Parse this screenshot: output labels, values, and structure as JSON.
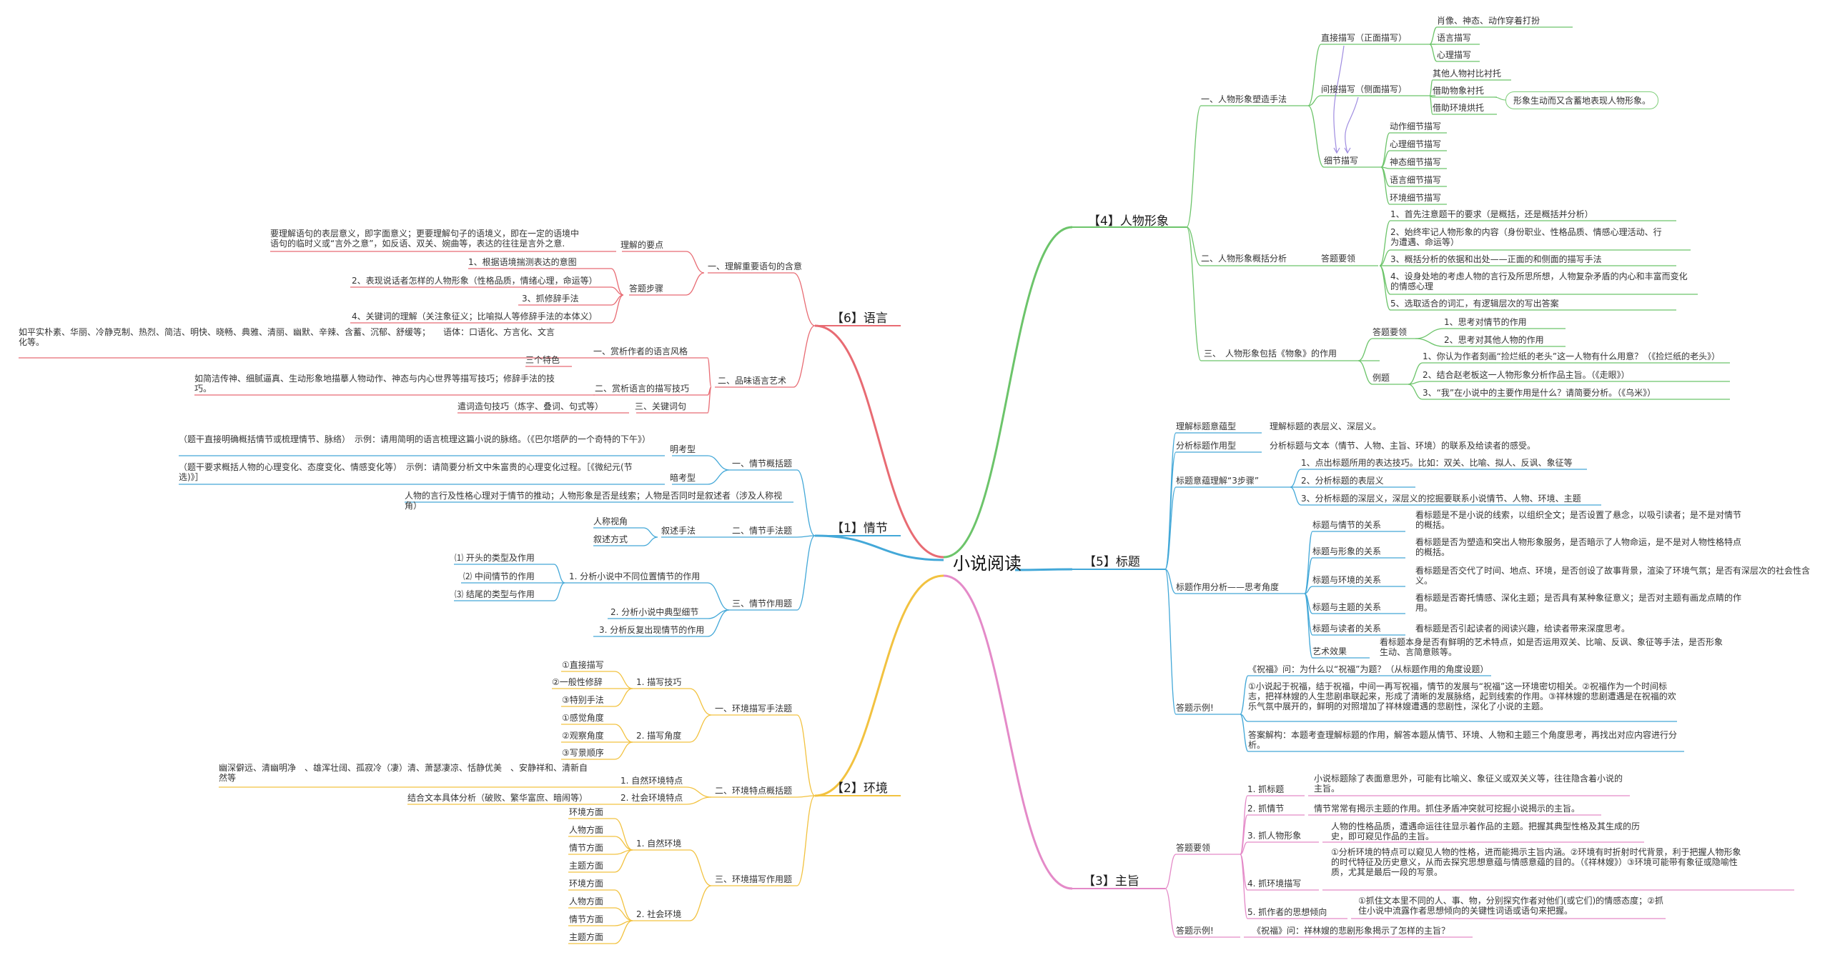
{
  "title": "小说阅读",
  "colors": {
    "green": "#6cc46a",
    "blue": "#43a8d8",
    "pink": "#e48ac8",
    "yellow": "#f2c240",
    "red": "#e86b73",
    "purple": "#9f8ce0"
  },
  "b4": {
    "title": "【4】人物形象",
    "s1": "一、人物形象塑造手法",
    "direct": "直接描写（正面描写）",
    "d1": "肖像、神态、动作穿着打扮",
    "d2": "语言描写",
    "d3": "心理描写",
    "indirect": "间接描写（侧面描写）",
    "i1": "其他人物衬比衬托",
    "i2": "借助物象衬托",
    "i3": "借助环境烘托",
    "inote": "形象生动而又含蓄地表现人物形象。",
    "detail": "细节描写",
    "x1": "动作细节描写",
    "x2": "心理细节描写",
    "x3": "神态细节描写",
    "x4": "语言细节描写",
    "x5": "环境细节描写",
    "s2": "二、人物形象概括分析",
    "key": "答题要领",
    "k1": "1、首先注意题干的要求（是概括，还是概括并分析）",
    "k2": "2、始终牢记人物形象的内容（身份职业、性格品质、情感心理活动、行为遭遇、命运等）",
    "k3": "3、概括分析的依据和出处——正面的和侧面的描写手法",
    "k4": "4、设身处地的考虑人物的言行及所思所想，人物复杂矛盾的内心和丰富而变化的情感心理",
    "k5": "5、选取适合的词汇，有逻辑层次的写出答案",
    "s3": "三、　人物形象包括《物象》的作用",
    "key3": "答题要领",
    "q1": "1、思考对情节的作用",
    "q2": "2、思考对其他人物的作用",
    "ex": "例题",
    "e1": "1、你认为作者刻画“捡烂纸的老头”这一人物有什么用意？（《捡烂纸的老头》）",
    "e2": "2、结合赵老板这一人物形象分析作品主旨。（《走眼》）",
    "e3": "3、“我”在小说中的主要作用是什么？请简要分析。（《乌米》）"
  },
  "b5": {
    "title": "【5】标题",
    "a1": "理解标题意蕴型",
    "a1t": "理解标题的表层义、深层义。",
    "a2": "分析标题作用型",
    "a2t": "分析标题与文本（情节、人物、主旨、环境）的联系及给读者的感受。",
    "a3": "标题意蕴理解“3步骤”",
    "a3a": "1、点出标题所用的表达技巧。比如：双关、比喻、拟人、反讽、象征等",
    "a3b": "2、分析标题的表层义",
    "a3c": "3、分析标题的深层义，深层义的挖掘要联系小说情节、人物、环境、主题",
    "a4": "标题作用分析——思考角度",
    "r1": "标题与情节的关系",
    "r1t": "看标题是不是小说的线索，以组织全文；是否设置了悬念，以吸引读者；是不是对情节的概括。",
    "r2": "标题与形象的关系",
    "r2t": "看标题是否为塑造和突出人物形象服务，是否暗示了人物命运，是不是对人物性格特点的概括。",
    "r3": "标题与环境的关系",
    "r3t": "看标题是否交代了时间、地点、环境，是否创设了故事背景，渲染了环境气氛；是否有深层次的社会性含义。",
    "r4": "标题与主题的关系",
    "r4t": "看标题是否寄托情感、深化主题；是否具有某种象征意义；是否对主题有画龙点睛的作用。",
    "r5": "标题与读者的关系",
    "r5t": "看标题是否引起读者的阅读兴趣，给读者带来深度思考。",
    "r6": "艺术效果",
    "r6t": "看标题本身是否有鲜明的艺术特点，如是否运用双关、比喻、反讽、象征等手法，是否形象生动、言简意赅等。",
    "a5": "答题示例!",
    "a5q": "《祝福》问：为什么以“祝福”为题？（从标题作用的角度设题）",
    "a5a": "①小说起于祝福，结于祝福，中间一再写祝福，情节的发展与“祝福”这一环境密切相关。②祝福作为一个时间标志，把祥林嫂的人生悲剧串联起来，形成了清晰的发展脉络，起到线索的作用。③祥林嫂的悲剧遭遇是在祝福的欢乐气氛中展开的，鲜明的对照增加了祥林嫂遭遇的悲剧性，深化了小说的主题。",
    "a5b": "答案解构：本题考查理解标题的作用，解答本题从情节、环境、人物和主题三个角度思考，再找出对应内容进行分析。"
  },
  "b3": {
    "title": "【3】主旨",
    "key": "答题要领",
    "m1": "1. 抓标题",
    "m1t": "小说标题除了表面意思外，可能有比喻义、象征义或双关义等，往往隐含着小说的主旨。",
    "m2": "2. 抓情节",
    "m2t": "情节常常有揭示主题的作用。抓住矛盾冲突就可挖掘小说揭示的主旨。",
    "m3": "3. 抓人物形象",
    "m3t": "人物的性格品质，遭遇命运往往显示着作品的主题。把握其典型性格及其生成的历史，即可窥见作品的主旨。",
    "m4": "4. 抓环境描写",
    "m4t": "①分析环境的特点可以窥见人物的性格，进而能揭示主旨内涵。②环境有时折射时代背景，利于把握人物形象的时代特征及历史意义，从而去探究思想意蕴与情感意蕴的目的。（《祥林嫂》）③环境可能带有象征或隐喻性质，尤其是最后一段的写景。",
    "m5": "5. 抓作者的思想倾向",
    "m5t": "①抓住文本里不同的人、事、物，分别探究作者对他们(或它们)的情感态度；②抓住小说中流露作者思想倾向的关键性词语或语句来把握。",
    "sample": "答题示例!",
    "sampleT": "《祝福》问：祥林嫂的悲剧形象揭示了怎样的主旨？"
  },
  "b6": {
    "title": "【6】语言",
    "s1": "一、理解重要语句的含意",
    "p1": "理解的要点",
    "p1t": "要理解语句的表层意义，即字面意义；更要理解句子的语境义，即在一定的语境中语句的临时义或“言外之意”，如反语、双关、婉曲等，表达的往往是言外之意.",
    "p2": "答题步骤",
    "p2a": "1、根据语境揣测表达的意图",
    "p2b": "2、表现说话者怎样的人物形象（性格品质，情绪心理，命运等）",
    "p2c": "3、抓修辞手法",
    "p2d": "4、关键词的理解（关注象征义；比喻拟人等修辞手法的本体义）",
    "s2": "二、品味语言艺术",
    "s2a": "一、赏析作者的语言风格",
    "s2aT": "如平实朴素、华丽、冷静克制、热烈、简洁、明快、晓畅、典雅、清丽、幽默、辛辣、含蓄、沉郁、舒缓等；　　语体：口语化、方言化、文言化等。",
    "three": "三个特色",
    "s2b": "二、赏析语言的描写技巧",
    "s2bT": "如简洁传神、细腻逼真、生动形象地描摹人物动作、神态与内心世界等描写技巧；修辞手法的技巧。",
    "s2c": "三、关键词句",
    "s2cT": "遣词造句技巧（炼字、叠词、句式等）"
  },
  "b1": {
    "title": "【1】情节",
    "s1": "一、情节概括题",
    "c1": "明考型",
    "c1t": "（题干直接明确概括情节或梳理情节、脉络）　示例：请用简明的语言梳理这篇小说的脉络。（《巴尔塔萨的一个奇特的下午》）",
    "c2": "暗考型",
    "c2t": "（题干要求概括人物的心理变化、态度变化、情感变化等）　示例：请简要分析文中朱富贵的心理变化过程。［《微纪元(节选)》］",
    "c3t": "人物的言行及性格心理对于情节的推动；人物形象是否是线索；人物是否同时是叙述者（涉及人称视角）",
    "s2": "二、情节手法题",
    "s2m": "叙述手法",
    "s2a": "人称视角",
    "s2b": "叙述方式",
    "s3": "三、情节作用题",
    "s3a": "1. 分析小说中不同位置情节的作用",
    "s3a1": "⑴ 开头的类型及作用",
    "s3a2": "⑵ 中间情节的作用",
    "s3a3": "⑶ 结尾的类型与作用",
    "s3b": "2. 分析小说中典型细节",
    "s3c": "3. 分析反复出现情节的作用"
  },
  "b2": {
    "title": "【2】环境",
    "s1": "一、环境描写手法题",
    "t1": "1. 描写技巧",
    "t1a": "①直接描写",
    "t1b": "②一般性修辞",
    "t1c": "③特别手法",
    "t2": "2. 描写角度",
    "t2a": "①感觉角度",
    "t2b": "②观察角度",
    "t2c": "③写景顺序",
    "s2": "二、环境特点概括题",
    "f1": "1. 自然环境特点",
    "f1t": "幽深僻远、清幽明净　、雄浑壮阔、孤寂冷（凄）清、萧瑟凄凉、恬静优美　、安静祥和、清新自然等",
    "f2": "2. 社会环境特点",
    "f2t": "结合文本具体分析（破败、繁华富庶、暗闹等）",
    "s3": "三、环境描写作用题",
    "n1": "1. 自然环境",
    "n2": "2. 社会环境",
    "aspects": [
      "环境方面",
      "人物方面",
      "情节方面",
      "主题方面"
    ]
  }
}
